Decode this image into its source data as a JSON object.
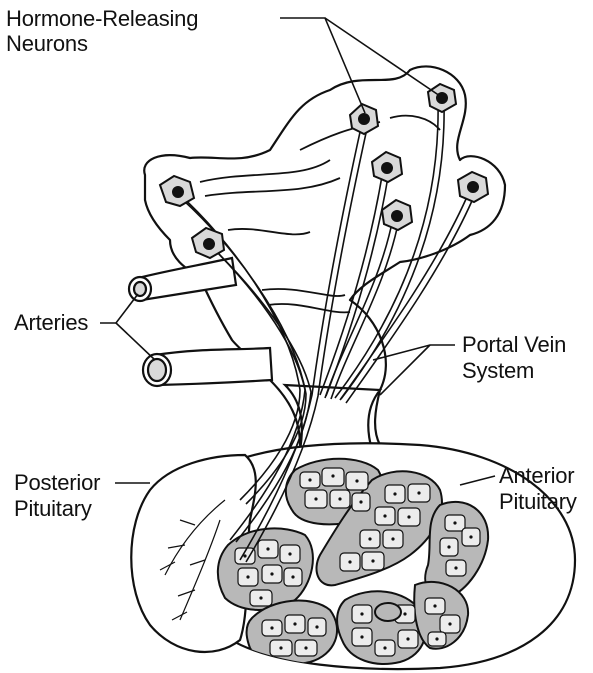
{
  "labels": {
    "hormone_neurons": [
      "Hormone-Releasing",
      "Neurons"
    ],
    "arteries": "Arteries",
    "portal_vein": [
      "Portal Vein",
      "System"
    ],
    "posterior": [
      "Posterior",
      "Pituitary"
    ],
    "anterior": [
      "Anterior",
      "Pituitary"
    ]
  },
  "colors": {
    "stroke": "#111111",
    "tissue_fill": "#ffffff",
    "cell_shade": "#d9d9d9",
    "lobule_shade": "#b8b8b8",
    "nucleus": "#111111"
  }
}
